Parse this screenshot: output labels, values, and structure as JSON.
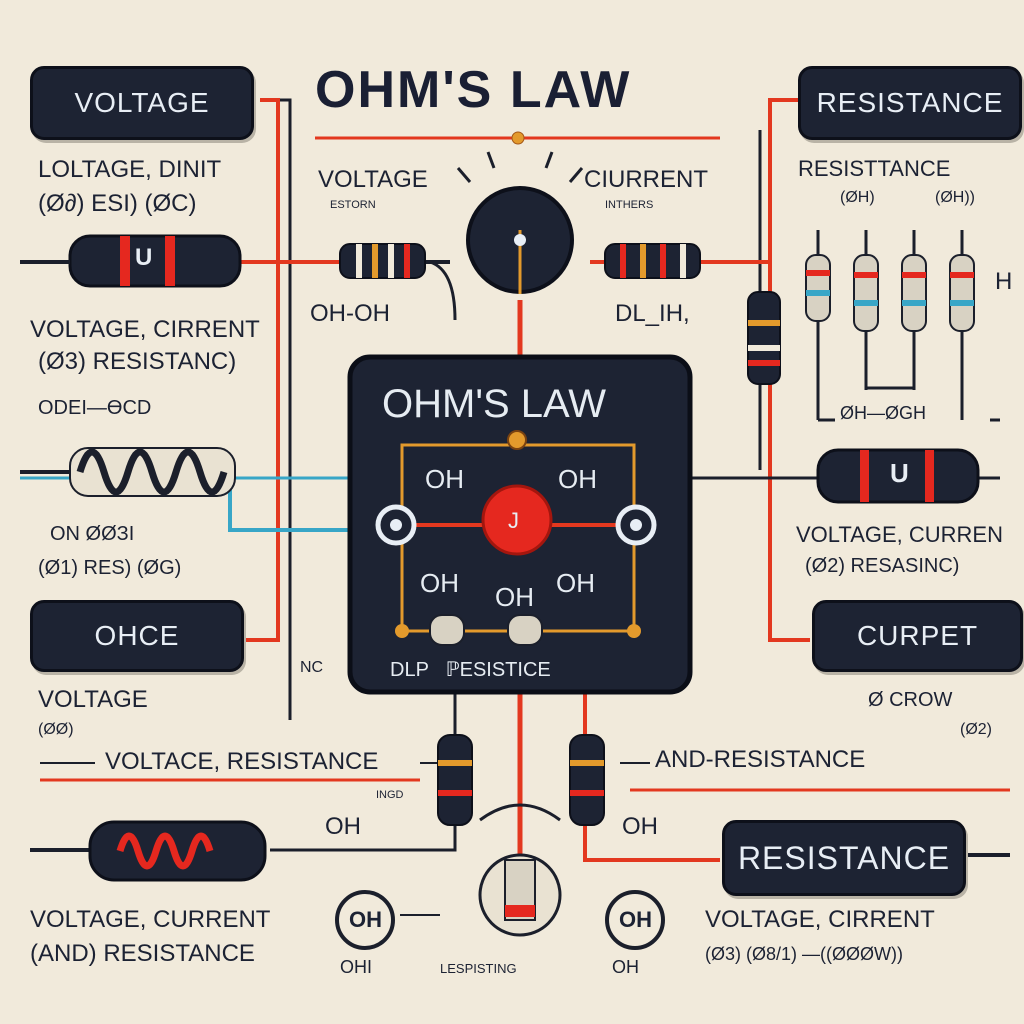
{
  "title": "OHM'S LAW",
  "panel": {
    "title": "OHM'S LAW",
    "center_label": "J",
    "nodes": [
      "OH",
      "OH",
      "OH",
      "OH",
      "OH"
    ],
    "footer": "DLP  ℙESISTICE"
  },
  "left": {
    "voltage_label": "VOLTAGE",
    "line1": "LOLTAGE, DINIT",
    "line2": "(Ø∂) ESI) (ØC)",
    "resistor_mark": "U",
    "text_v_c_1": "VOLTAGE, CIRRENT",
    "text_v_c_2": "(Ø3) RESISTANC)",
    "coil_label": "ODEI—ӨCD",
    "on_label": "ON ØØЗI",
    "on_sub": "(Ø1) RES) (ØG)",
    "ohce_label": "OHCE",
    "voltage2": "VOLTAGE",
    "voltage2_sub": "(ØØ)",
    "v_res_line": "VOLTACE, RESISTANCE",
    "nc_mark": "NC",
    "bottom_1": "VOLTAGE, CURRENT",
    "bottom_2": "(AND) RESISTANCE"
  },
  "top": {
    "voltage": "VOLTAGE",
    "voltage_sub": "ESTORN",
    "current": "CIURRENT",
    "current_sub": "INTHERS",
    "oh_oh_left": "OH-OH",
    "dl_ih": "DL_IH,"
  },
  "right": {
    "resistance_label": "RESISTANCE",
    "res_line": "RESISTTANCE",
    "res_sub1": "(ØH)",
    "res_sub2": "(ØH))",
    "h_mark": "H",
    "oh_line": "ØH—ØGH",
    "resistor_mark": "U",
    "v_c_1": "VOLTAGE, CURREN",
    "v_c_2": "(Ø2) RESASINC)",
    "curpet": "CURPET",
    "crow": "Ø CROW",
    "crow_sub": "(Ø2)",
    "and_res": "AND-RESISTANCE",
    "resistance2": "RESISTANCE",
    "bottom_1": "VOLTAGE,  CIRRENT",
    "bottom_2": "(Ø3) (Ø8/1) —((ØØØW))"
  },
  "bottom": {
    "oh_left": "OH",
    "oh_right": "OH",
    "inod": "INGD",
    "circle_oh_left": "OH",
    "circle_oh_right": "OH",
    "ohi_left": "OHI",
    "ohi_right": "OH",
    "lespisting": "LESPISTING"
  },
  "colors": {
    "background": "#f1eadb",
    "wire_red": "#e3381f",
    "wire_black": "#1b1f2b",
    "wire_blue": "#38a6c7",
    "wire_orange": "#e39a2c",
    "component": "#1d2333",
    "accent_red": "#e5281f"
  }
}
